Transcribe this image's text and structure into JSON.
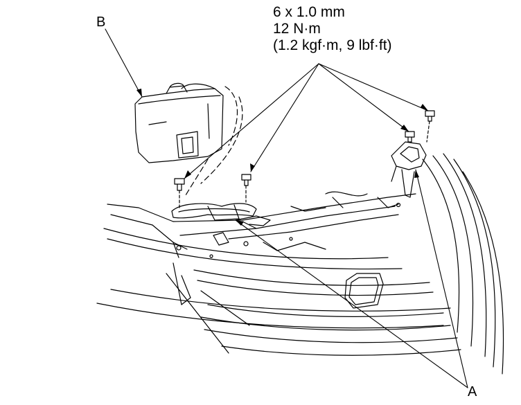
{
  "spec": {
    "size": "6 x 1.0 mm",
    "torque_nm": "12 N·m",
    "torque_alt": "(1.2 kgf·m, 9 lbf·ft)"
  },
  "callouts": {
    "a": "A",
    "b": "B"
  },
  "colors": {
    "line": "#000000",
    "background": "#ffffff"
  }
}
